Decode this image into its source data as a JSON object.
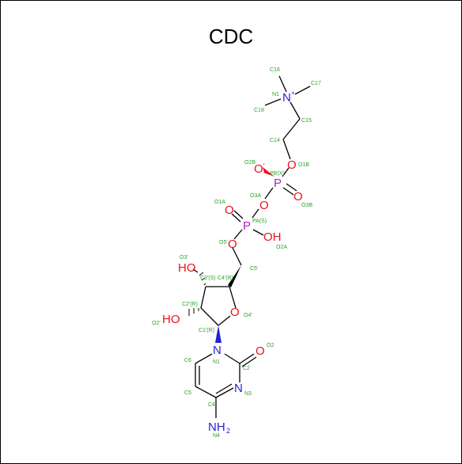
{
  "title": "CDC",
  "colors": {
    "carbon_label": "#2ca02c",
    "oxygen": "#e8121d",
    "phosphorus": "#b520c8",
    "nitrogen": "#1f24d6",
    "bond": "#000000"
  },
  "atoms": {
    "n1": "N",
    "n1_charge": "+",
    "n1_name": "N1",
    "c16": "C16",
    "c17": "C17",
    "c18": "C18",
    "c15": "C15",
    "c14": "C14",
    "o2b": "O2B",
    "o2b_symbol": "O",
    "o2b_charge": "-",
    "pb": "P",
    "pb_name": "PB(X)",
    "o1b": "O1B",
    "o1b_symbol": "O",
    "o3b": "O3B",
    "o3b_symbol": "O",
    "o3a": "O3A",
    "o3a_symbol": "O",
    "o1a": "O1A",
    "o1a_symbol": "O",
    "pa": "P",
    "pa_name": "PA(S)",
    "oh2a": "OH",
    "o2a": "O2A",
    "o5p": "O5'",
    "o5p_symbol": "O",
    "c5p": "C5'",
    "o3p": "O3'",
    "oh3p": "HO",
    "c3p": "C3'(S)",
    "c4p": "C4'(R)",
    "c2p": "C2'(R)",
    "oh2p": "HO",
    "o2p": "O2'",
    "o4p": "O4'",
    "o4p_symbol": "O",
    "c1p": "C1'(R)",
    "n1b": "N",
    "n1b_name": "N1",
    "c2": "C2",
    "o2": "O2",
    "o2_symbol": "O",
    "c6": "C6",
    "c5": "C5",
    "c4": "C4",
    "n3": "N3",
    "n3_symbol": "N",
    "nh2": "NH",
    "nh2_sub": "2",
    "n4": "N4"
  }
}
